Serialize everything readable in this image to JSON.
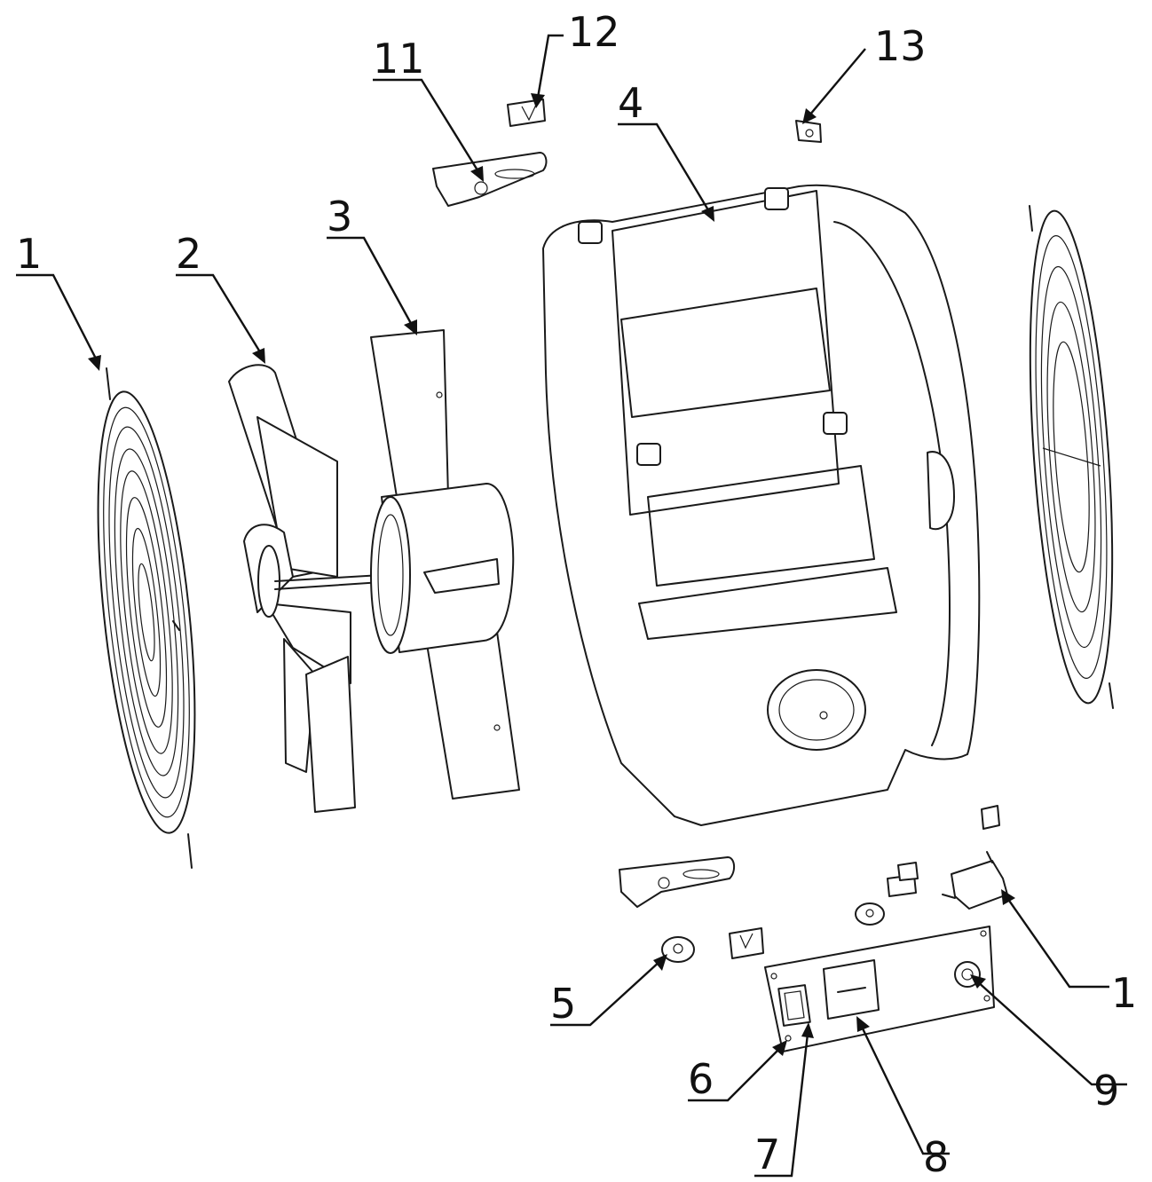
{
  "figure": {
    "callouts": [
      {
        "id": "guard-left",
        "label": "1"
      },
      {
        "id": "impeller",
        "label": "2"
      },
      {
        "id": "motor-bracket",
        "label": "3"
      },
      {
        "id": "housing",
        "label": "4"
      },
      {
        "id": "foot",
        "label": "5"
      },
      {
        "id": "screw",
        "label": "6"
      },
      {
        "id": "switch",
        "label": "7"
      },
      {
        "id": "plate-window",
        "label": "8"
      },
      {
        "id": "cable-gland",
        "label": "9"
      },
      {
        "id": "handle",
        "label": "11"
      },
      {
        "id": "clip",
        "label": "12"
      },
      {
        "id": "small-clip",
        "label": "13"
      },
      {
        "id": "junction-box",
        "label": "1"
      }
    ]
  }
}
